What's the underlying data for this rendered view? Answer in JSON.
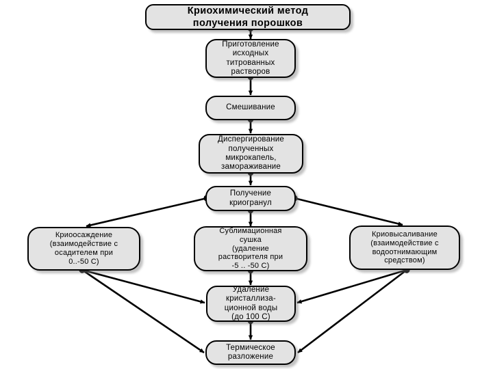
{
  "diagram": {
    "title": "Криохимический метод\nполучения порошков",
    "nodes": [
      {
        "id": "title",
        "label": "Криохимический метод\nполучения порошков"
      },
      {
        "id": "prep",
        "label": "Приготовление\nисходных\nтитрованных\nрастворов"
      },
      {
        "id": "mixing",
        "label": "Смешивание"
      },
      {
        "id": "disperse",
        "label": "Диспергирование\nполученных\nмикрокапель,\nзамораживание"
      },
      {
        "id": "granules",
        "label": "Получение\nкриогранул"
      },
      {
        "id": "cryoprec",
        "label": "Криоосаждение\n(взаимодействие с\nосадителем при\n0..-50 С)"
      },
      {
        "id": "sublim",
        "label": "Сублимационная\nсушка\n(удаление\nрастворителя при\n-5 .. -50 С)"
      },
      {
        "id": "cryosalt",
        "label": "Криовысаливание\n(взаимодействие с\nводоотнимающим\nсредством)"
      },
      {
        "id": "dewater",
        "label": "Удаление\nкристаллиза-\nционной воды\n(до 100 С)"
      },
      {
        "id": "thermal",
        "label": "Термическое\nразложение"
      }
    ],
    "edges": [
      {
        "from": "title",
        "to": "prep"
      },
      {
        "from": "prep",
        "to": "mixing"
      },
      {
        "from": "mixing",
        "to": "disperse"
      },
      {
        "from": "disperse",
        "to": "granules"
      },
      {
        "from": "granules",
        "to": "cryoprec"
      },
      {
        "from": "granules",
        "to": "sublim"
      },
      {
        "from": "granules",
        "to": "cryosalt"
      },
      {
        "from": "cryoprec",
        "to": "dewater"
      },
      {
        "from": "cryoprec",
        "to": "thermal"
      },
      {
        "from": "sublim",
        "to": "dewater"
      },
      {
        "from": "cryosalt",
        "to": "dewater"
      },
      {
        "from": "cryosalt",
        "to": "thermal"
      },
      {
        "from": "dewater",
        "to": "thermal"
      }
    ],
    "colors": {
      "node_fill": "#e3e3e3",
      "node_stroke": "#000000",
      "edge_stroke": "#000000",
      "background": "#ffffff"
    }
  }
}
